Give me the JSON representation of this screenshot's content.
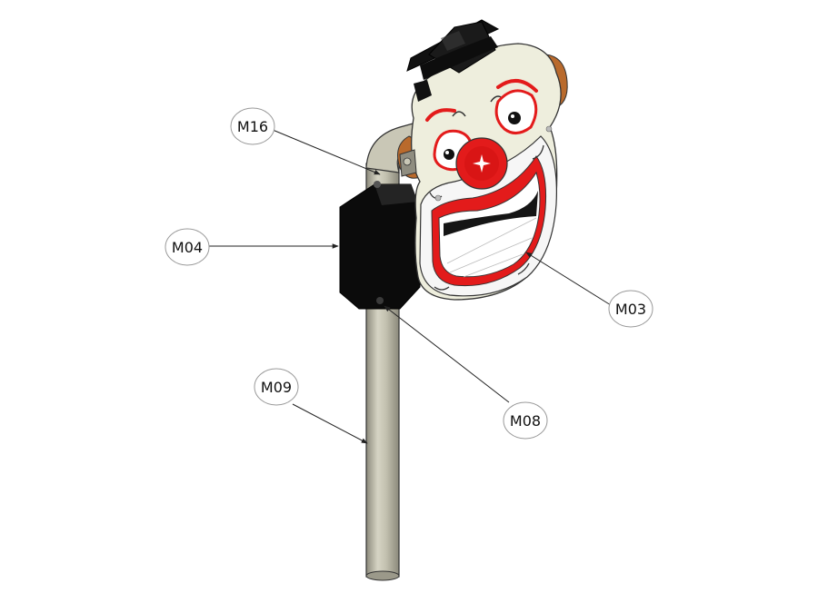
{
  "callouts": {
    "m16": "M16",
    "m04": "M04",
    "m03": "M03",
    "m09": "M09",
    "m08": "M08"
  },
  "colors": {
    "pole": "#b9b7a6",
    "bracket": "#0a0a0a",
    "face": "#eeeedd",
    "red": "#e31b1b",
    "hat": "#111111",
    "hair": "#b66a2a"
  }
}
